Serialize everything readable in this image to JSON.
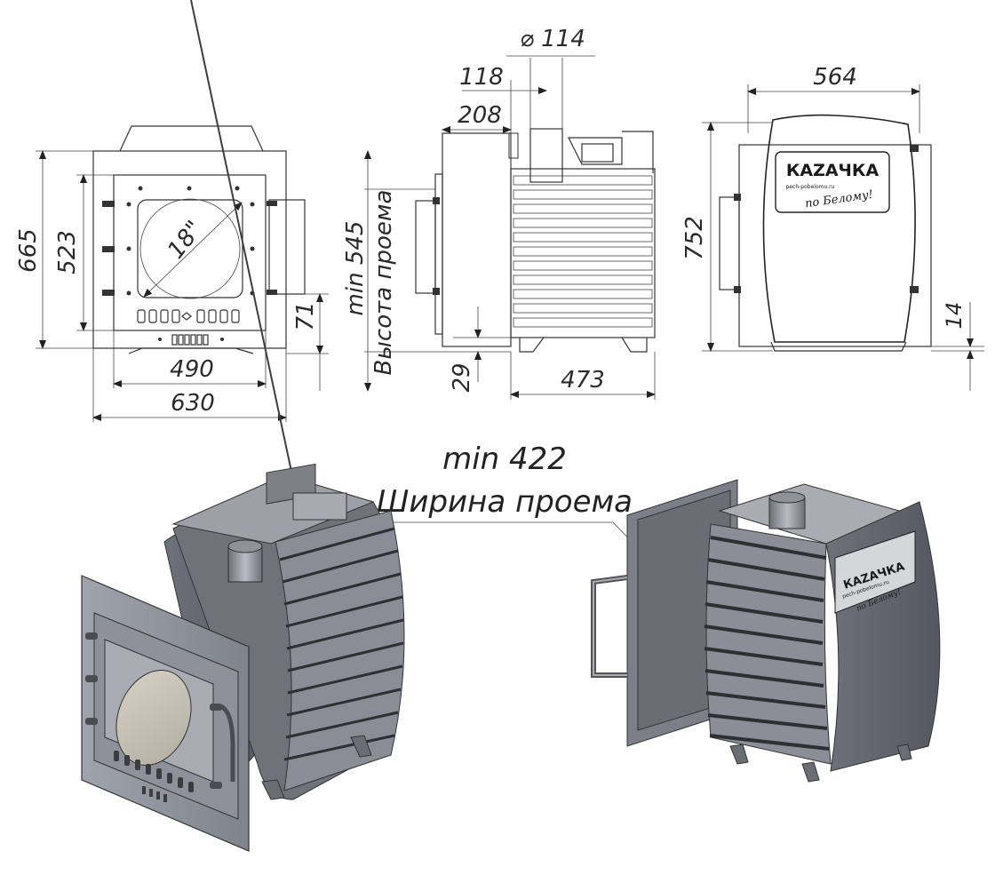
{
  "drawing": {
    "front_view": {
      "dims": {
        "height_total": "665",
        "height_door": "523",
        "glass_diameter": "18\"",
        "bottom_offset": "71",
        "door_width": "490",
        "total_width": "630"
      }
    },
    "side_view": {
      "dims": {
        "chimney_diameter": "⌀ 114",
        "chimney_offset": "118",
        "door_depth": "208",
        "opening_height": "min 545",
        "opening_height_caption": "Высота проема",
        "base_height": "29",
        "body_depth": "473"
      }
    },
    "back_view": {
      "dims": {
        "width": "564",
        "height": "752",
        "base_height": "14"
      },
      "logo": {
        "brand": "КАZАЧКА",
        "site": "pech-pobelomu.ru",
        "slogan": "по Белому!"
      }
    },
    "opening_width": {
      "value": "min 422",
      "caption": "Ширина проема"
    },
    "iso_back_logo": {
      "brand": "КАZАЧКА",
      "site": "pech-pobelomu.ru",
      "slogan": "по Белому!"
    }
  }
}
